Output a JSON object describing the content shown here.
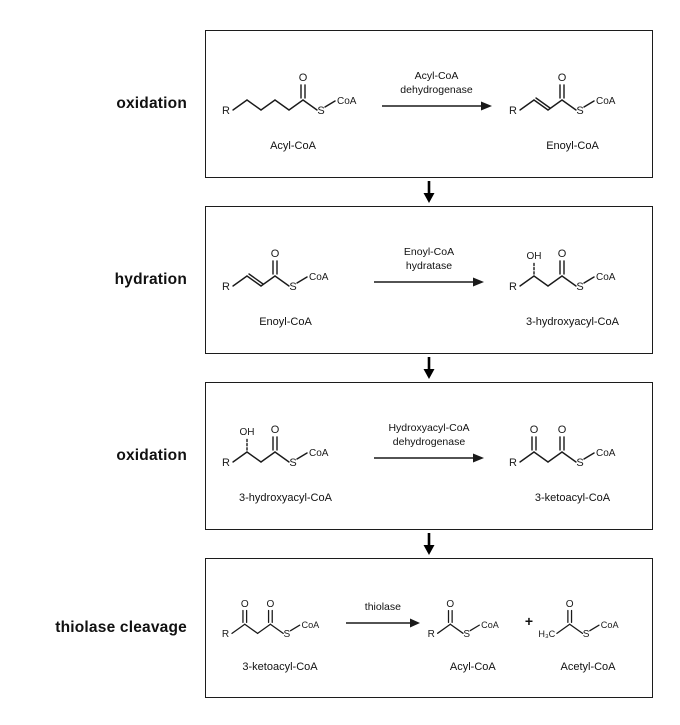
{
  "atoms": {
    "r": "R",
    "s": "S",
    "coa": "CoA",
    "o": "O",
    "oh": "OH",
    "h3c": "H₃C"
  },
  "plus_sign": "+",
  "steps": [
    {
      "label": "oxidation",
      "enzyme_line1": "Acyl-CoA",
      "enzyme_line2": "dehydrogenase",
      "substrate": "Acyl-CoA",
      "product": "Enoyl-CoA"
    },
    {
      "label": "hydration",
      "enzyme_line1": "Enoyl-CoA",
      "enzyme_line2": "hydratase",
      "substrate": "Enoyl-CoA",
      "product": "3-hydroxyacyl-CoA"
    },
    {
      "label": "oxidation",
      "enzyme_line1": "Hydroxyacyl-CoA",
      "enzyme_line2": "dehydrogenase",
      "substrate": "3-hydroxyacyl-CoA",
      "product": "3-ketoacyl-CoA"
    },
    {
      "label": "thiolase cleavage",
      "enzyme_line1": "thiolase",
      "substrate": "3-ketoacyl-CoA",
      "products": [
        "Acyl-CoA",
        "Acetyl-CoA"
      ]
    }
  ]
}
